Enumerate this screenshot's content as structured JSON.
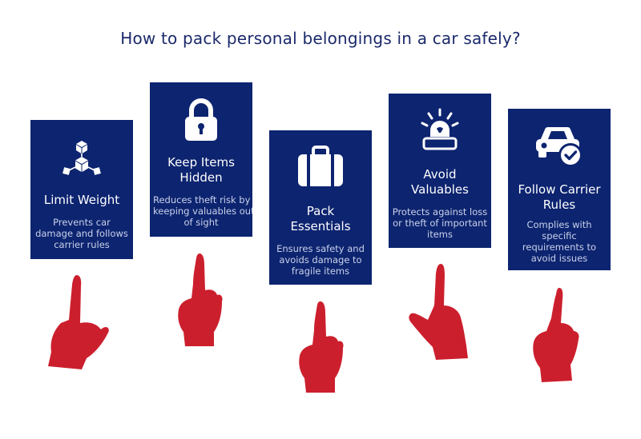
{
  "title": "How to pack personal belongings in a car safely?",
  "colors": {
    "card": "#0d2470",
    "hand": "#cc1f2d",
    "title": "#1b2a6b"
  },
  "cards": [
    {
      "icon": "boxes-network-icon",
      "heading": [
        "Limit Weight"
      ],
      "desc": [
        "Prevents car",
        "damage and follows",
        "carrier rules"
      ]
    },
    {
      "icon": "padlock-icon",
      "heading": [
        "Keep Items",
        "Hidden"
      ],
      "desc": [
        "Reduces theft risk by",
        "keeping valuables out",
        "of sight"
      ]
    },
    {
      "icon": "suitcase-icon",
      "heading": [
        "Pack",
        "Essentials"
      ],
      "desc": [
        "Ensures safety and",
        "avoids damage to",
        "fragile items"
      ]
    },
    {
      "icon": "alarm-light-icon",
      "heading": [
        "Avoid",
        "Valuables"
      ],
      "desc": [
        "Protects against loss",
        "or theft of important",
        "items"
      ]
    },
    {
      "icon": "car-check-icon",
      "heading": [
        "Follow Carrier",
        "Rules"
      ],
      "desc": [
        "Complies with",
        "specific",
        "requirements to",
        "avoid issues"
      ]
    }
  ]
}
